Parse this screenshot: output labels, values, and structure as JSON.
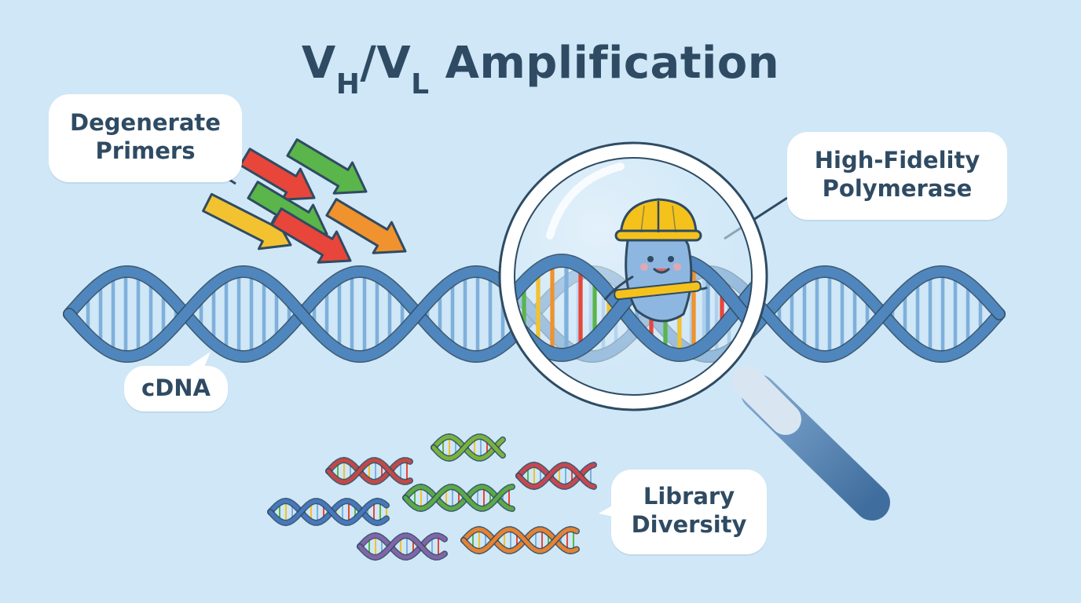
{
  "title": {
    "main_v1": "V",
    "sub_h": "H",
    "slash": "/",
    "main_v2": "V",
    "sub_l": "L",
    "rest": " Amplification"
  },
  "labels": {
    "degenerate_line1": "Degenerate",
    "degenerate_line2": "Primers",
    "polymerase_line1": "High-Fidelity",
    "polymerase_line2": "Polymerase",
    "cdna": "cDNA",
    "library_line1": "Library",
    "library_line2": "Diversity"
  },
  "colors": {
    "background": "#cfe7f6",
    "dna_strand": "#4f86bd",
    "dna_strand_light": "#7fb0dc",
    "text": "#2f4b63",
    "primer_red": "#e8463a",
    "primer_green": "#5ab54a",
    "primer_yellow": "#f2c230",
    "primer_orange": "#f0922e",
    "helmet": "#f5c21c",
    "enzyme": "#8db7e0"
  },
  "icons": [
    "magnifying-glass-icon",
    "hard-hat-icon",
    "dna-helix-icon",
    "primer-arrow-icon"
  ]
}
